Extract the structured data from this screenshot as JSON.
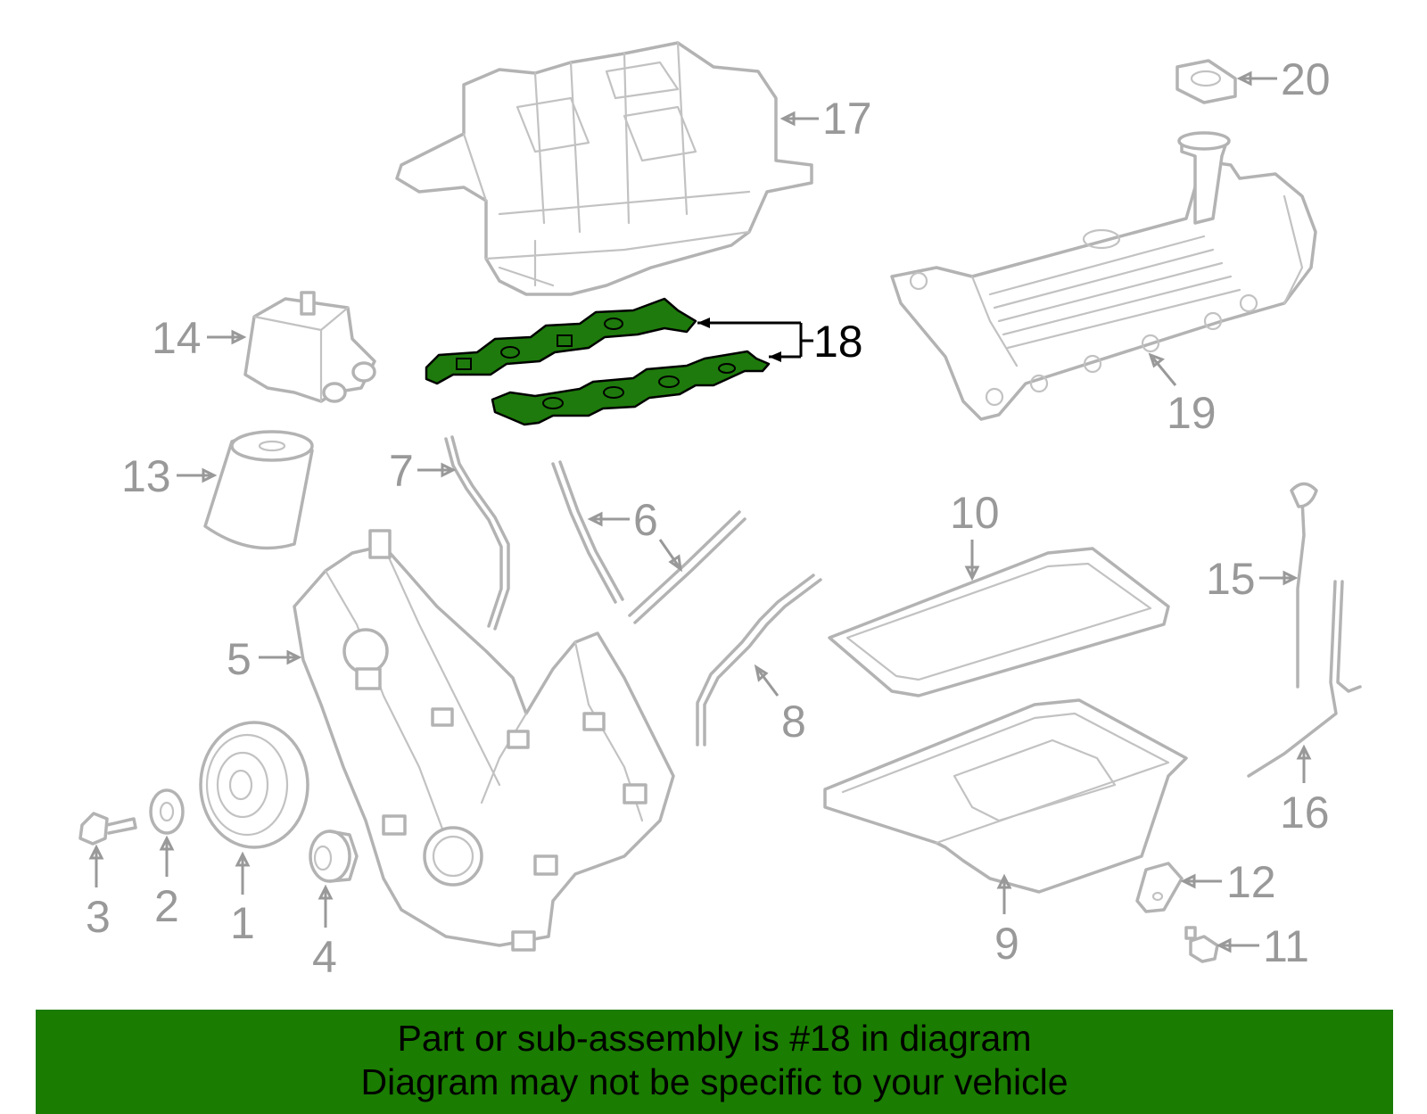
{
  "diagram": {
    "callouts": [
      "1",
      "2",
      "3",
      "4",
      "5",
      "6",
      "7",
      "8",
      "9",
      "10",
      "11",
      "12",
      "13",
      "14",
      "15",
      "16",
      "17",
      "18",
      "19",
      "20"
    ],
    "highlighted_part": "18",
    "colors": {
      "highlight_fill": "#1e7a0c",
      "linework": "#b3b3b3",
      "callout_text": "#999999",
      "banner_background": "#1a7c00"
    }
  },
  "banner": {
    "line1": "Part or sub-assembly is #18 in diagram",
    "line2": "Diagram may not be specific to your vehicle"
  }
}
